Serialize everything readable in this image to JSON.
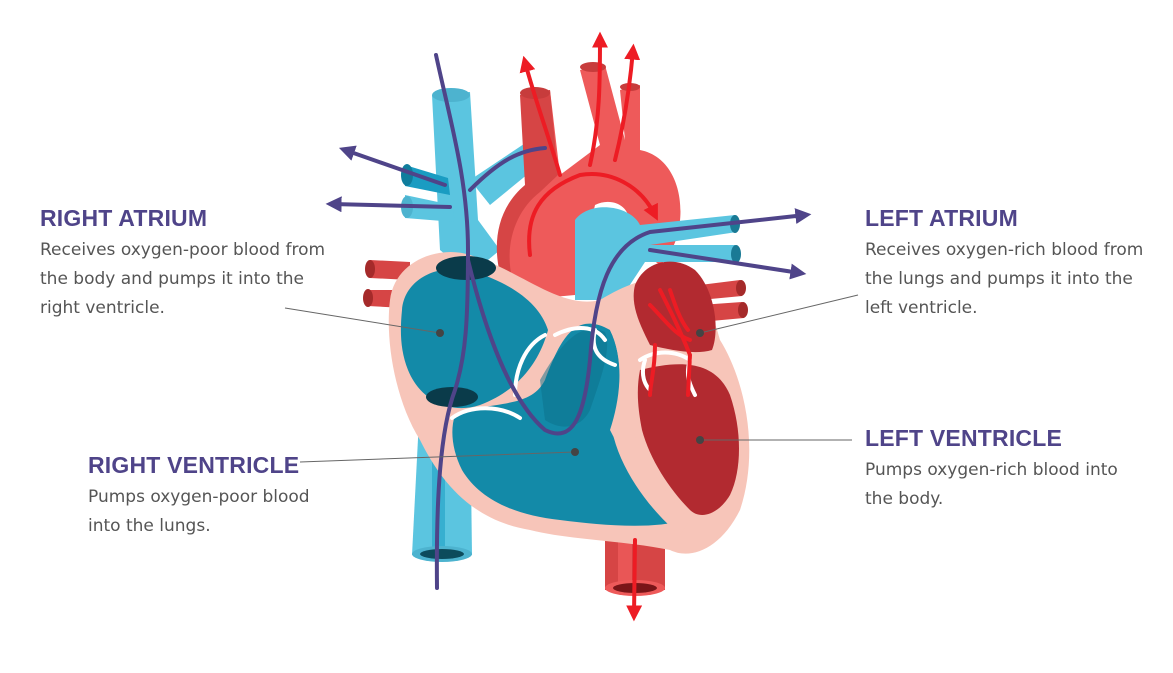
{
  "labels": {
    "right_atrium": {
      "title": "RIGHT ATRIUM",
      "description": "Receives oxygen-poor blood from the body and pumps it into the right ventricle."
    },
    "left_atrium": {
      "title": "LEFT ATRIUM",
      "description": "Receives oxygen-rich blood from the lungs and pumps it into the left ventricle."
    },
    "right_ventricle": {
      "title": "RIGHT VENTRICLE",
      "description": "Pumps oxygen-poor blood into the lungs."
    },
    "left_ventricle": {
      "title": "LEFT VENTRICLE",
      "description": "Pumps oxygen-rich blood into the body."
    }
  },
  "colors": {
    "heading": "#4f4489",
    "text": "#555555",
    "vein_light_blue": "#5bc5e0",
    "vein_dark_blue": "#1a9cc2",
    "right_chamber": "#138aa8",
    "right_chamber_dark": "#0c6f8a",
    "artery_red": "#ee5a5a",
    "artery_dark_red": "#d64545",
    "left_chamber": "#b22a30",
    "heart_wall": "#f7c5b9",
    "flow_purple": "#4f4489",
    "flow_red": "#ed1c24",
    "leader_line": "#666666"
  }
}
